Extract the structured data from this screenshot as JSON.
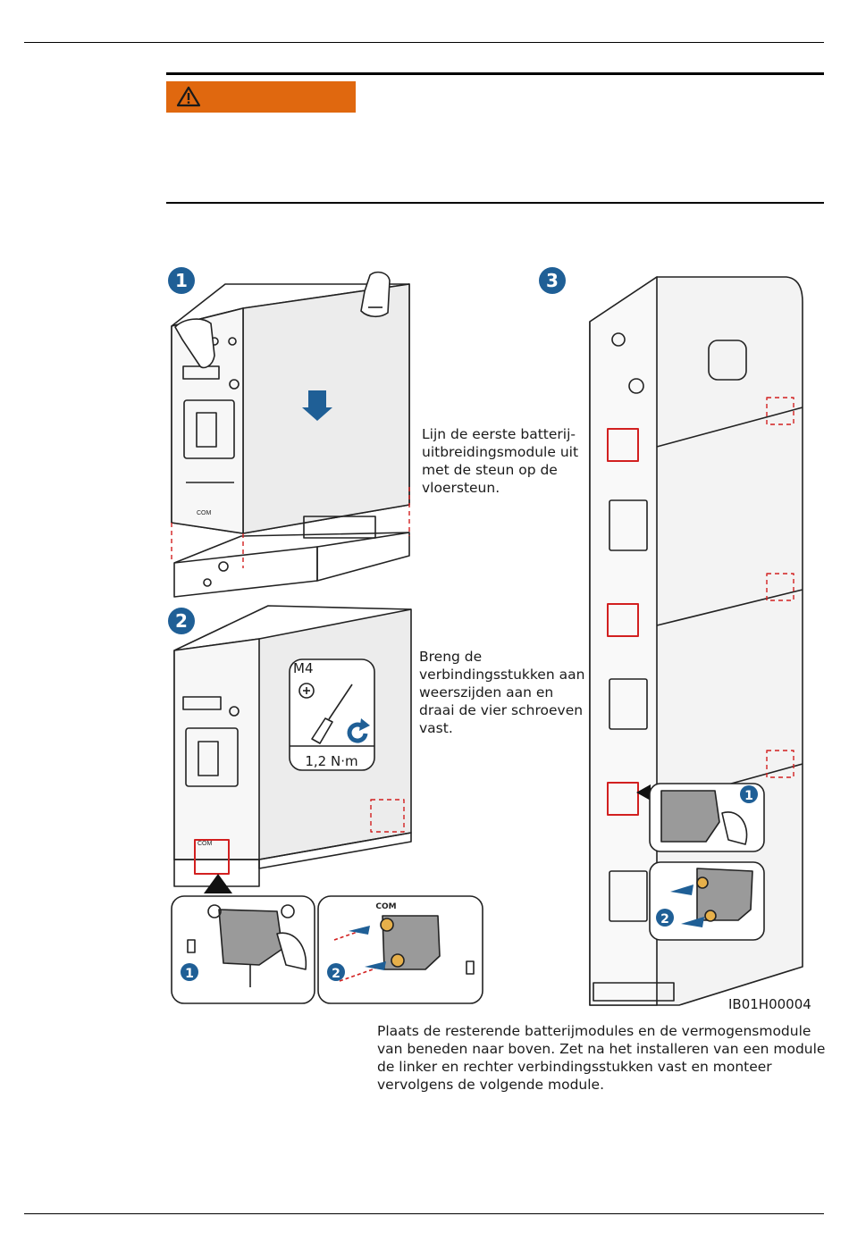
{
  "warning": {
    "icon": "warning-triangle-icon",
    "color": "#e0680f"
  },
  "steps": {
    "s1": "1",
    "s2": "2",
    "s3": "3"
  },
  "captions": {
    "step1": [
      "Lijn de eerste batterij-",
      "uitbreidingsmodule uit",
      "met de steun op de",
      "vloersteun."
    ],
    "step2": [
      "Breng de",
      "verbindingsstukken aan",
      "weerszijden aan en",
      "draai de vier schroeven",
      "vast."
    ],
    "final": [
      "Plaats de resterende batterijmodules en de vermogensmodule",
      "van beneden naar boven. Zet na het installeren van een module",
      "de linker en rechter verbindingsstukken vast en monteer",
      "vervolgens de volgende module."
    ]
  },
  "tool": {
    "size": "M4",
    "torque": "1,2 N·m"
  },
  "labels": {
    "com": "COM",
    "inset1": "1",
    "inset2": "2"
  },
  "figure_id": "IB01H00004",
  "colors": {
    "badge": "#1f5f96",
    "highlight": "#d22020",
    "arrow": "#1f5f96"
  }
}
